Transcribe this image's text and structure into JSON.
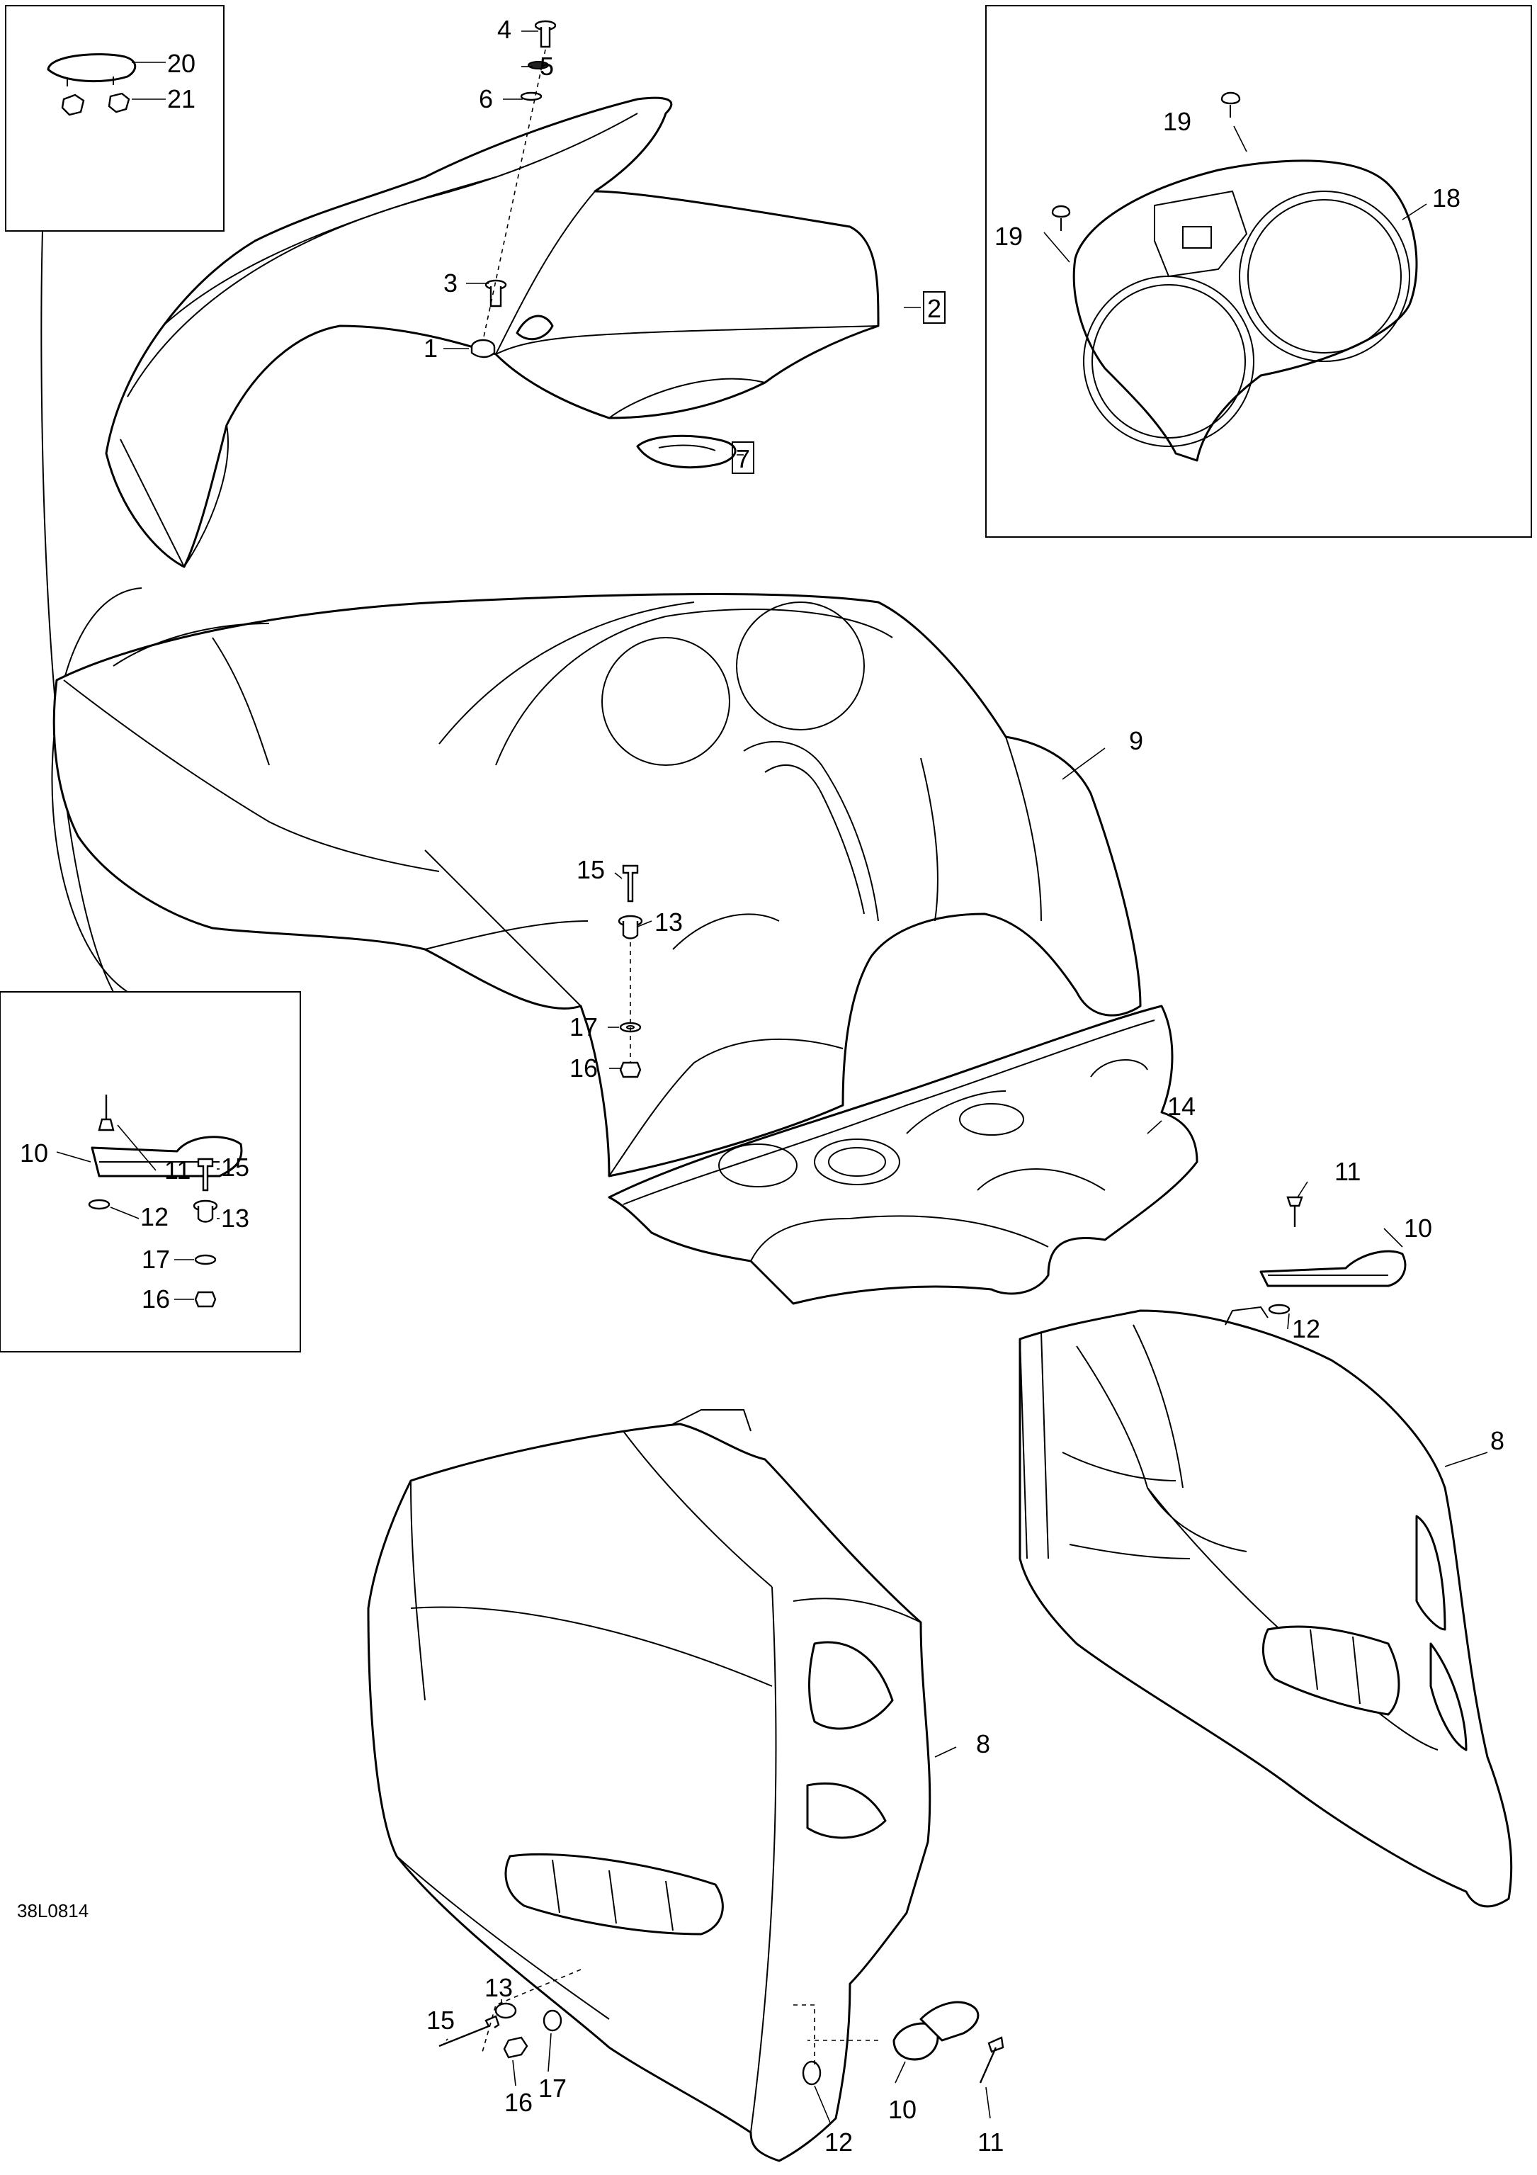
{
  "callouts": [
    {
      "text": "1"
    },
    {
      "text": "2"
    },
    {
      "text": "3"
    },
    {
      "text": "4"
    },
    {
      "text": "5"
    },
    {
      "text": "6"
    },
    {
      "text": "7"
    },
    {
      "text": "8"
    },
    {
      "text": "8"
    },
    {
      "text": "9"
    },
    {
      "text": "10"
    },
    {
      "text": "10"
    },
    {
      "text": "10"
    },
    {
      "text": "11"
    },
    {
      "text": "11"
    },
    {
      "text": "11"
    },
    {
      "text": "12"
    },
    {
      "text": "12"
    },
    {
      "text": "12"
    },
    {
      "text": "13"
    },
    {
      "text": "13"
    },
    {
      "text": "13"
    },
    {
      "text": "14"
    },
    {
      "text": "15"
    },
    {
      "text": "15"
    },
    {
      "text": "15"
    },
    {
      "text": "16"
    },
    {
      "text": "16"
    },
    {
      "text": "16"
    },
    {
      "text": "17"
    },
    {
      "text": "17"
    },
    {
      "text": "17"
    },
    {
      "text": "18"
    },
    {
      "text": "19"
    },
    {
      "text": "19"
    },
    {
      "text": "20"
    },
    {
      "text": "21"
    }
  ],
  "figure_code": "38L0814"
}
